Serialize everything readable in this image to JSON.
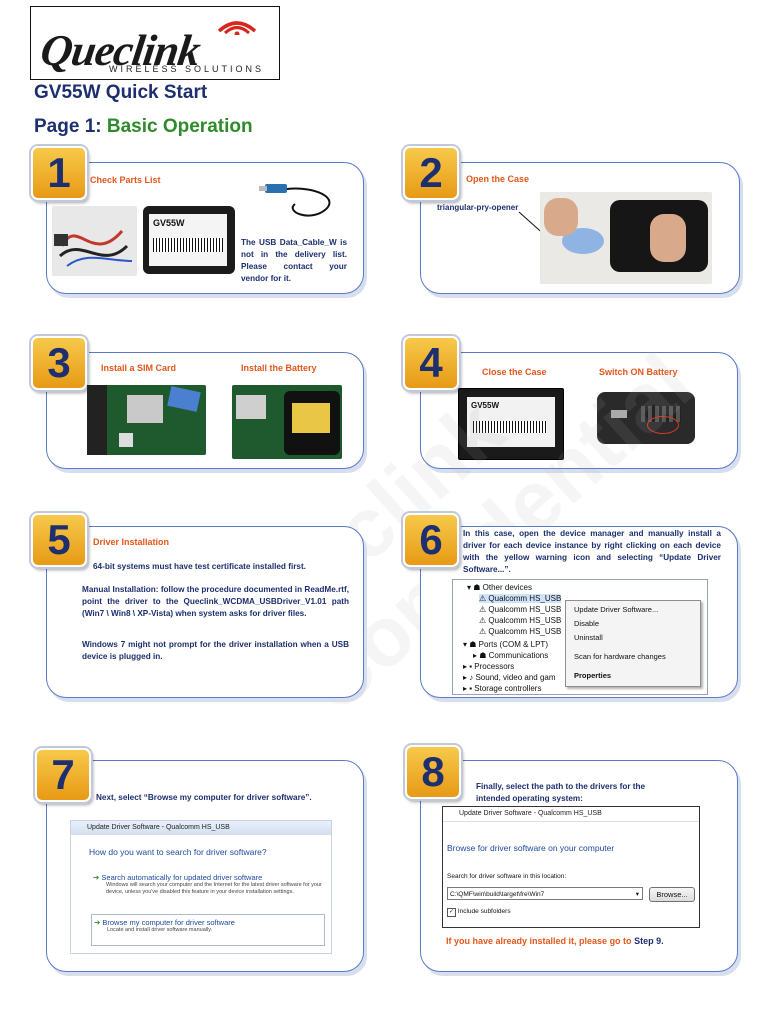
{
  "logo": {
    "brand": "Queclink",
    "tagline": "WIRELESS SOLUTIONS"
  },
  "doc_title": "GV55W Quick Start",
  "page": {
    "label": "Page 1",
    "separator": ": ",
    "title": "Basic Operation"
  },
  "watermark": {
    "line1": "Queclink",
    "line2": "Confidential"
  },
  "steps": {
    "s1": {
      "num": "1",
      "heading": "Check Parts List",
      "device_label": "GV55W",
      "note": "The USB Data_Cable_W is not in the delivery list. Please contact your vendor for it."
    },
    "s2": {
      "num": "2",
      "heading": "Open the Case",
      "pointer": "triangular-pry-opener"
    },
    "s3": {
      "num": "3",
      "heading_a": "Install a SIM Card",
      "heading_b": "Install the Battery"
    },
    "s4": {
      "num": "4",
      "heading_a": "Close the Case",
      "heading_b": "Switch ON Battery",
      "device_label": "GV55W"
    },
    "s5": {
      "num": "5",
      "heading": "Driver Installation",
      "p1": "64-bit systems must have test certificate installed first.",
      "p2": "Manual Installation: follow the procedure documented in ReadMe.rtf, point the driver to the Queclink_WCDMA_USBDriver_V1.01 path (Win7 \\ Win8 \\ XP-Vista) when system asks for driver files.",
      "p3": "Windows 7 might not prompt for the driver installation when a USB device is plugged in."
    },
    "s6": {
      "num": "6",
      "text": "In this case, open the device manager and manually install a driver for each device instance by right clicking on each device with the yellow warning icon and selecting “Update Driver Software...”.",
      "tree": [
        "Other devices",
        "Qualcomm HS_USB",
        "Qualcomm HS_USB",
        "Qualcomm HS_USB",
        "Qualcomm HS_USB",
        "Ports (COM & LPT)",
        "Communications",
        "Processors",
        "Sound, video and gam",
        "Storage controllers"
      ],
      "menu": [
        "Update Driver Software...",
        "Disable",
        "Uninstall",
        "Scan for hardware changes",
        "Properties"
      ]
    },
    "s7": {
      "num": "7",
      "text": "Next, select “Browse my computer for driver software”.",
      "win_title": "Update Driver Software - Qualcomm HS_USB",
      "question": "How do you want to search for driver software?",
      "opt1_title": "Search automatically for updated driver software",
      "opt1_desc": "Windows will search your computer and the Internet for the latest driver software for your device, unless you've disabled this feature in your device installation settings.",
      "opt2_title": "Browse my computer for driver software",
      "opt2_desc": "Locate and install driver software manually."
    },
    "s8": {
      "num": "8",
      "text": "Finally, select the path to the drivers for the intended operating system:",
      "win_title": "Update Driver Software - Qualcomm HS_USB",
      "heading": "Browse for driver software on your computer",
      "search_label": "Search for driver software in this location:",
      "path_value": "C:\\QMF\\win\\build\\target\\fre\\Win7",
      "browse": "Browse...",
      "checkbox": "Include subfolders",
      "footer_a": "If you have already installed it, please go to ",
      "footer_b": "Step 9."
    }
  },
  "colors": {
    "navy": "#1d2f6e",
    "green": "#2f8a2b",
    "orange": "#e2571b",
    "panel_border": "#5b79c4",
    "badge": "#f2b632"
  }
}
